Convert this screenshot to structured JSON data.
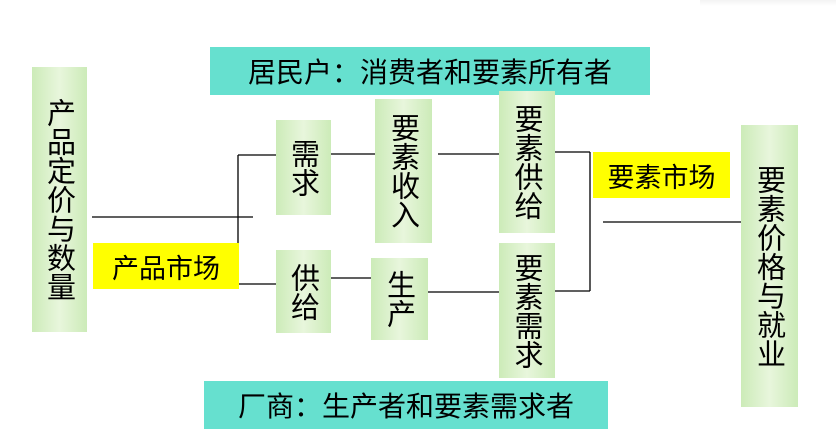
{
  "households": "居民户：消费者和要素所有者",
  "firms": "厂商：生产者和要素需求者",
  "product_price_qty": "产品定价与数量",
  "product_market": "产品市场",
  "demand": "需求",
  "supply": "供给",
  "factor_income": "要素收入",
  "production": "生产",
  "factor_supply": "要素供给",
  "factor_demand": "要素需求",
  "factor_market": "要素市场",
  "factor_price_employment": "要素价格与就业",
  "colors": {
    "teal": "#66e0cf",
    "yellow": "#ffff00",
    "green": "#d6f0c4"
  }
}
